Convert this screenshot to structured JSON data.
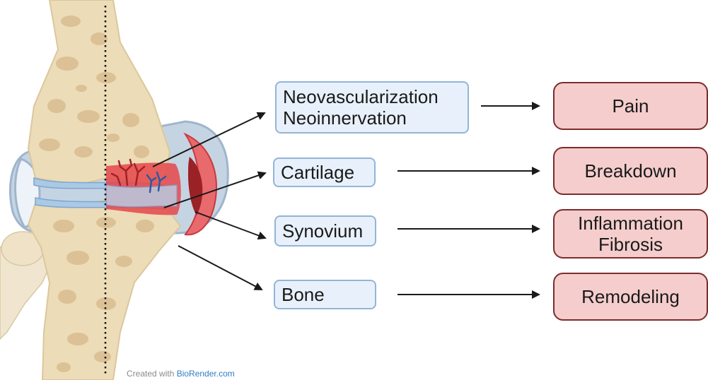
{
  "labels": {
    "vascular": [
      "Neovascularization",
      "Neoinnervation"
    ],
    "cartilage": "Cartilage",
    "synovium": "Synovium",
    "bone": "Bone"
  },
  "outcomes": {
    "pain": "Pain",
    "breakdown": "Breakdown",
    "inflammation": [
      "Inflammation",
      "Fibrosis"
    ],
    "remodeling": "Remodeling"
  },
  "credit": {
    "prefix": "Created with ",
    "brand": "BioRender.com"
  },
  "colors": {
    "bone_fill": "#ecdcb8",
    "bone_pore": "#d6b98a",
    "label_fill": "#e8f1fb",
    "label_border": "#93b4d6",
    "outcome_fill": "#f5cdcd",
    "outcome_border": "#7d2c2c",
    "inflamed_red": "#e5474a",
    "dark_red": "#9a2226",
    "capsule_blue": "#b9cde2",
    "cartilage_blue": "#a9c9e6"
  }
}
